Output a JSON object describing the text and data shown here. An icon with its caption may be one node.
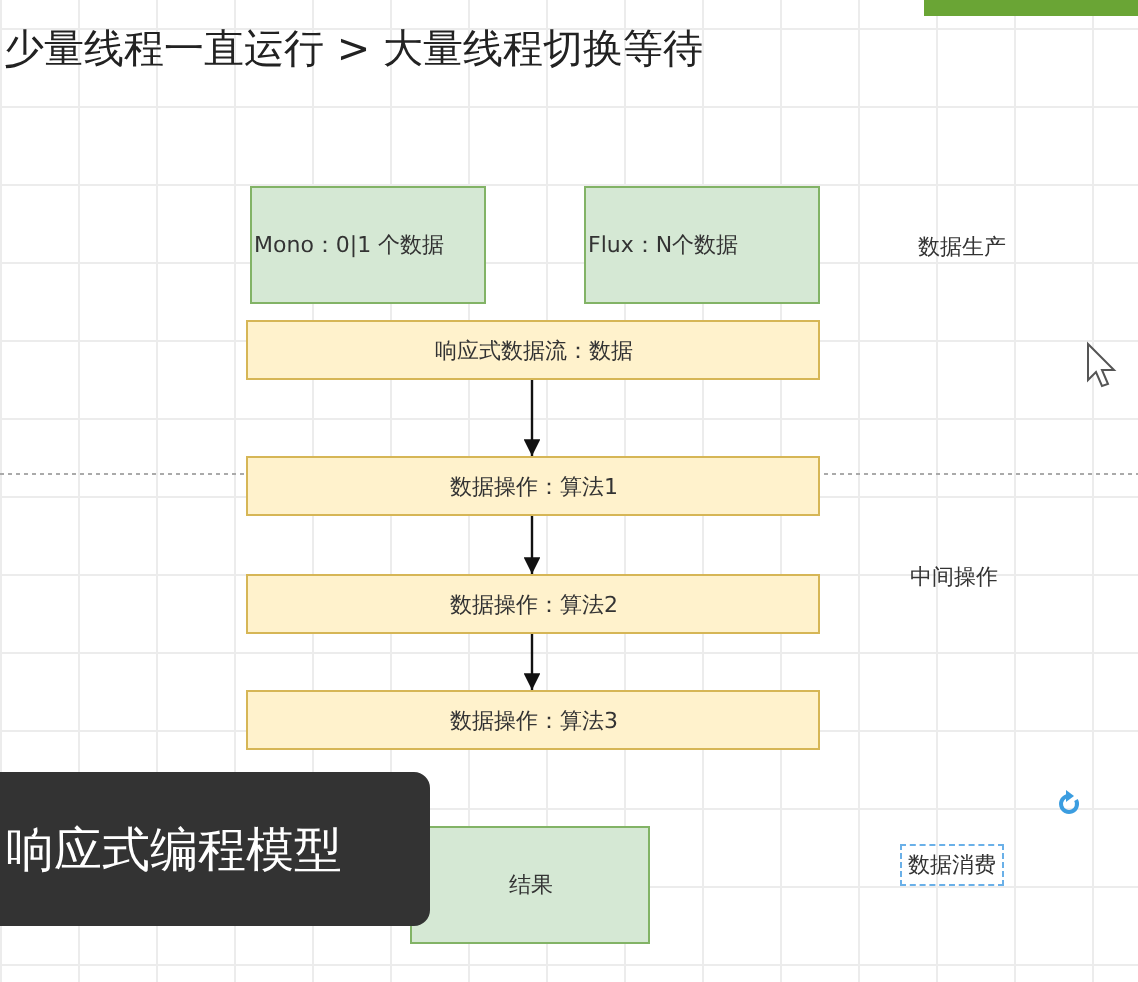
{
  "diagram": {
    "title": "少量线程一直运行 > 大量线程切换等待",
    "nodes": [
      {
        "text": [
          "Mono：0|1 个数据"
        ]
      },
      {
        "text": [
          "Flux：N个数据"
        ]
      },
      {
        "text": [
          "响应式数据流：数据"
        ]
      },
      {
        "text": [
          "数据操作：算法1"
        ]
      },
      {
        "text": [
          "数据操作：算法2"
        ]
      },
      {
        "text": [
          "数据操作：算法3"
        ]
      },
      {
        "text": [
          "结果"
        ]
      },
      {
        "text": [
          "响应式编程模型"
        ]
      }
    ],
    "edges": [
      {
        "from": 2,
        "to": 3,
        "arrow": "to"
      },
      {
        "from": 3,
        "to": 4,
        "arrow": "to"
      },
      {
        "from": 4,
        "to": 5,
        "arrow": "to"
      }
    ],
    "labels": [
      "数据生产",
      "中间操作",
      "数据消费"
    ]
  }
}
